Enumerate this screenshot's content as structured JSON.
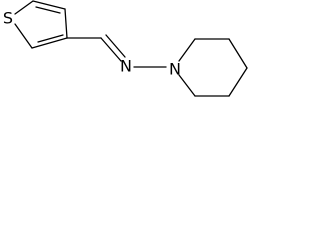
{
  "atoms": {
    "sulfur": "S",
    "imine_nitrogen": "N",
    "ring_nitrogen": "N"
  }
}
